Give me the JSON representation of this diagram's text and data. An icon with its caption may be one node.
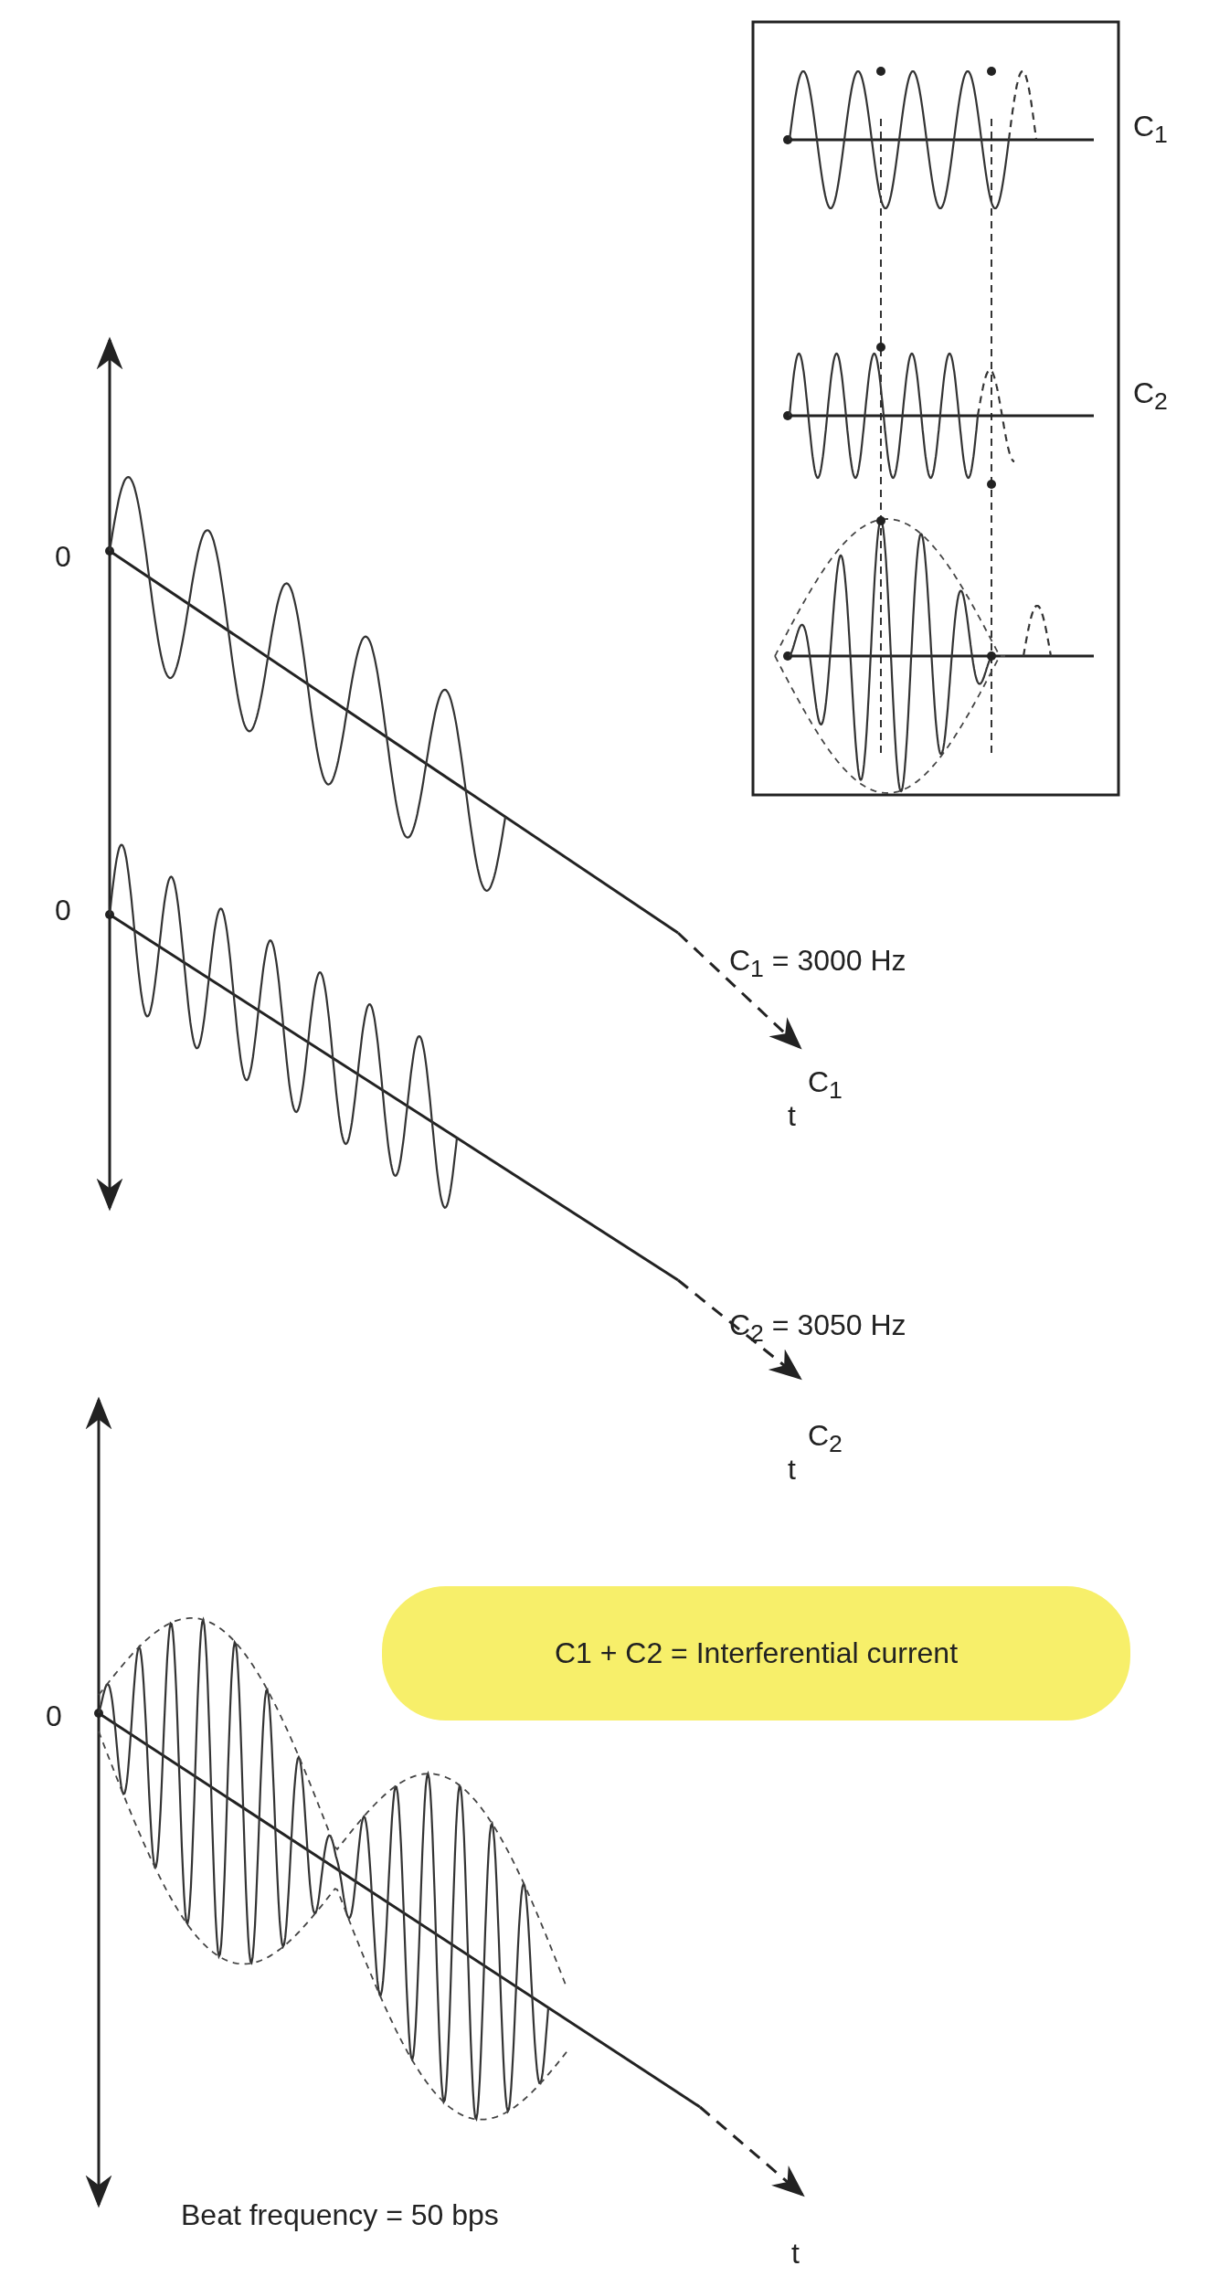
{
  "diagram": {
    "nodes": [
      {
        "text": [
          "C1 + C2 = Interferential current"
        ]
      }
    ],
    "labels": [
      "C$_{1}$",
      "C$_{2}$",
      "0",
      "0",
      "C$_{1}$ = 3000 Hz",
      "C$_{1}$",
      "t",
      "C$_{2}$ = 3050 Hz",
      "C$_{2}$",
      "t",
      "0",
      "Beat frequency = 50 bps",
      "t"
    ]
  }
}
